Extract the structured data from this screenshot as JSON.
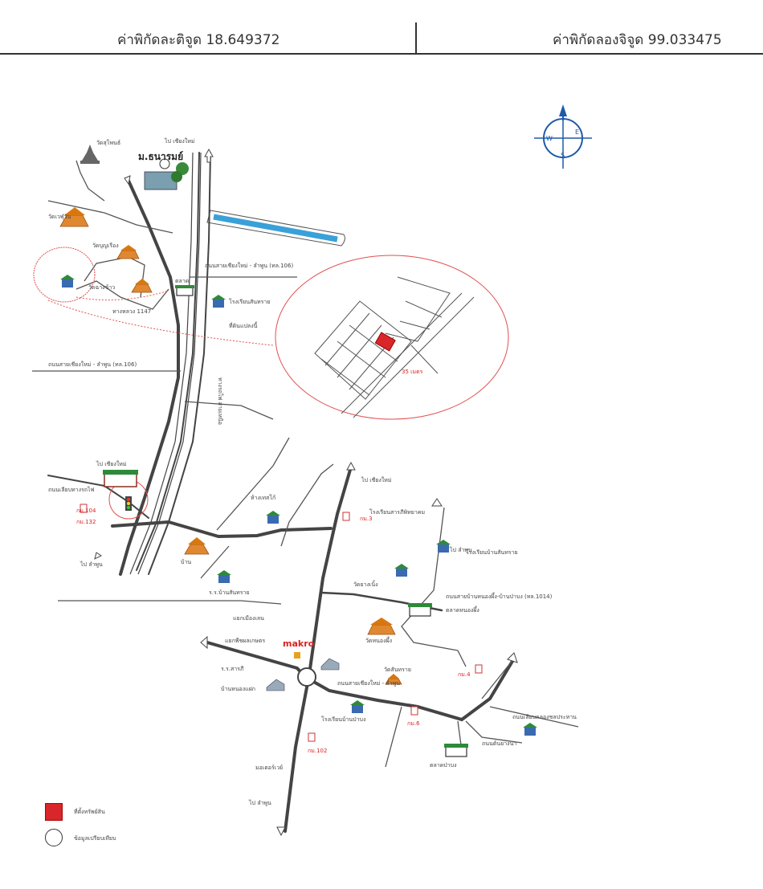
{
  "header": {
    "latitude_label": "ค่าพิกัดละติจูด 18.649372",
    "longitude_label": "ค่าพิกัดลองจิจูด 99.033475"
  },
  "compass": {
    "north": "N",
    "east": "E",
    "south": "S",
    "west": "W"
  },
  "colors": {
    "road": "#444444",
    "canal": "#3aa0d8",
    "site": "#d9262b",
    "leader": "#e05050"
  },
  "icons": [
    "temple-icon",
    "school-icon",
    "shop-icon",
    "traffic-light-icon",
    "warehouse-icon",
    "compass-icon",
    "stupa-icon",
    "university-icon"
  ],
  "map": {
    "university": "ม.ธนารมย์",
    "labels": [
      "ไป เชียงใหม่",
      "วัดสุโพนธ์",
      "วัดเวฬุวัน",
      "วัดบุญเรือง",
      "วัดฉางข้าว",
      "ถนนสายเชียงใหม่ - ลำพูน (ทล.106)",
      "ตลาด",
      "โรงเรียนสันทราย",
      "ที่ดินแปลงนี้",
      "ถนนสายเชียงใหม่ - ลำพูน (ทล.106)",
      "ไป ลำพูน",
      "ทางรถไฟ สายเหนือ",
      "ห้างเทสโก้",
      "ไป เชียงใหม่",
      "ร.ร.บ้านสันทราย",
      "โรงเรียนสารภีพิทยาคม",
      "ถนนสายบ้านหนองผึ้ง-บ้านป่าบง (ทล.1014)",
      "ตลาดหนองผึ้ง",
      "วัดหนองผึ้ง",
      "วัดยางเนิ้ง",
      "ไป ลำพูน",
      "ไป ลำพูน",
      "แยกเมืองเลน",
      "ถนนเลียบคลองชลประทาน",
      "บ้านหนองแฝก",
      "ตลาดป่าบง",
      "โรงเรียนบ้านป่าบง",
      "ถนนต้นยางนา",
      "มอเตอร์เวย์",
      "ถนนสายเชียงใหม่ - ลำพูน",
      "แยกพืชผลเกษตร",
      "ถนนเลียบทางรถไฟ",
      "ไป เชียงใหม่",
      "บ้าน",
      "ร.ร.สารภี",
      "โรงเรียนบ้านสันทราย",
      "วัดสันทราย",
      "กม.4",
      "กม.6",
      "กม.3",
      "กม.102",
      "กม.132",
      "กม.104",
      "35 เมตร",
      "ทางหลวง 1147"
    ],
    "brand_logo": "makro"
  },
  "legend": {
    "site_label": "ที่ตั้งทรัพย์สิน",
    "landmark_label": "ข้อมูลเปรียบเทียบ"
  }
}
